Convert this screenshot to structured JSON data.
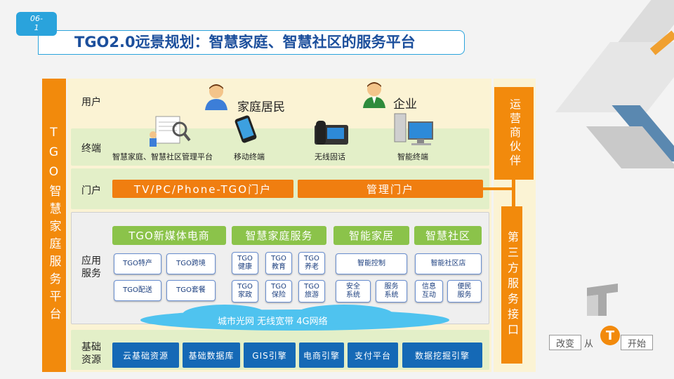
{
  "badge": {
    "line1": "06-",
    "line2": "1"
  },
  "title": "TGO2.0远景规划：智慧家庭、智慧社区的服务平台",
  "left_bar": "TGO智慧家庭服务平台",
  "right_bar_top": "运营商伙伴",
  "right_bar_bottom": "第三方服务接口",
  "lanes": {
    "user": "用户",
    "terminal": "终端",
    "portal": "门户",
    "app_line1": "应用",
    "app_line2": "服务",
    "base_line1": "基础",
    "base_line2": "资源"
  },
  "users": [
    "家庭居民",
    "企业"
  ],
  "terminals": [
    "智慧家庭、智慧社区管理平台",
    "移动终端",
    "无线固话",
    "智能终端"
  ],
  "portals": [
    "TV/PC/Phone-TGO门户",
    "管理门户"
  ],
  "app_groups": [
    {
      "name": "TGO新媒体电商",
      "items": [
        "TGO特产",
        "TGO跨境",
        "TGO配送",
        "TGO套餐"
      ]
    },
    {
      "name": "智慧家庭服务",
      "items": [
        [
          "TGO",
          "健康"
        ],
        [
          "TGO",
          "教育"
        ],
        [
          "TGO",
          "养老"
        ],
        [
          "TGO",
          "家政"
        ],
        [
          "TGO",
          "保险"
        ],
        [
          "TGO",
          "旅游"
        ]
      ]
    },
    {
      "name": "智能家居",
      "items": [
        "智能控制",
        [
          "安全",
          "系统"
        ],
        [
          "服务",
          "系统"
        ]
      ]
    },
    {
      "name": "智慧社区",
      "items": [
        "智能社区店",
        [
          "信息",
          "互动"
        ],
        [
          "便民",
          "服务"
        ]
      ]
    }
  ],
  "network": "城市光网  无线宽带  4G网络",
  "base_resources": [
    "云基础资源",
    "基础数据库",
    "GIS引擎",
    "电商引擎",
    "支付平台",
    "数据挖掘引擎"
  ],
  "logo": {
    "left": "改变",
    "mid": "从",
    "right": "开始",
    "mark": "T"
  },
  "colors": {
    "orange": "#f28a0c",
    "green": "#8bc34a",
    "blue": "#1569b6",
    "accent": "#2aa3dc"
  }
}
